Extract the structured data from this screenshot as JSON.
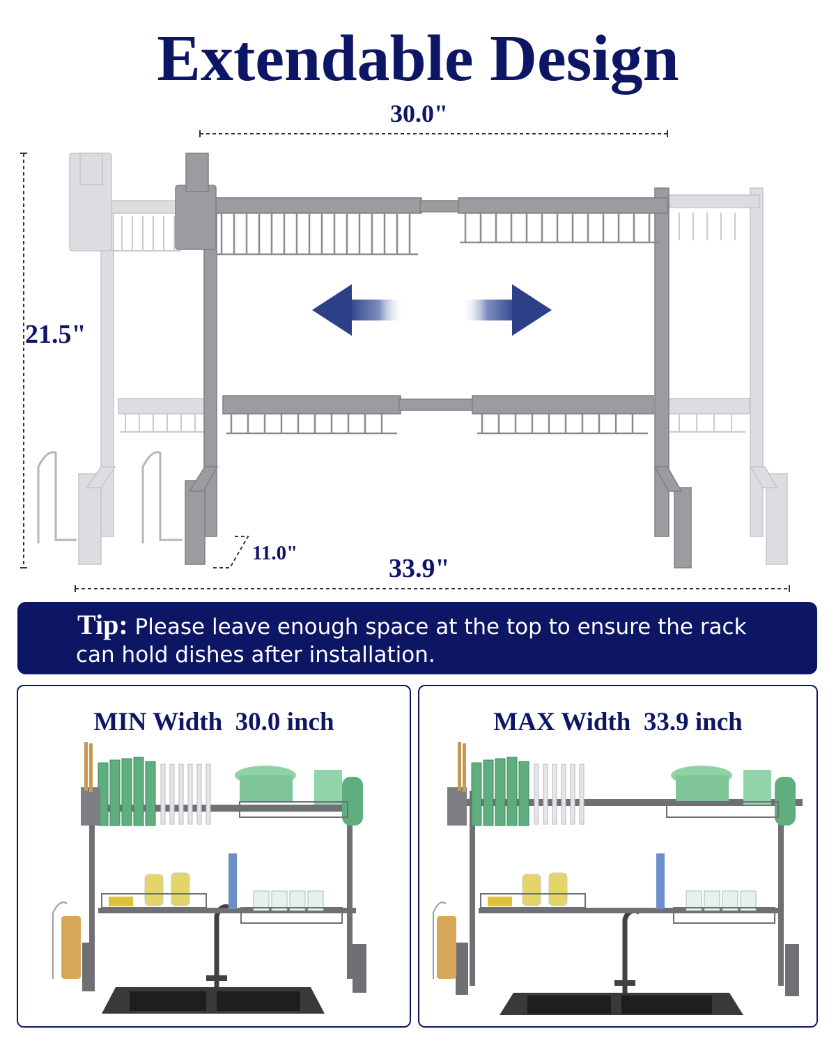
{
  "title": "Extendable Design",
  "dimensions": {
    "top_width": "30.0\"",
    "height": "21.5\"",
    "depth": "11.0\"",
    "bottom_width": "33.9\""
  },
  "tip": {
    "label": "Tip:",
    "line1": "Please leave enough space at the top to ensure the rack",
    "line2": "can hold dishes after installation."
  },
  "panels": {
    "min": {
      "label": "MIN Width",
      "value": "30.0 inch"
    },
    "max": {
      "label": "MAX Width",
      "value": "33.9 inch"
    }
  },
  "colors": {
    "navy": "#0d1565",
    "rack_gray": "#8c8e92",
    "rack_light": "#d4d6d9",
    "dish_green": "#5fae7e",
    "arrow_blue": "#3a4f8f"
  }
}
